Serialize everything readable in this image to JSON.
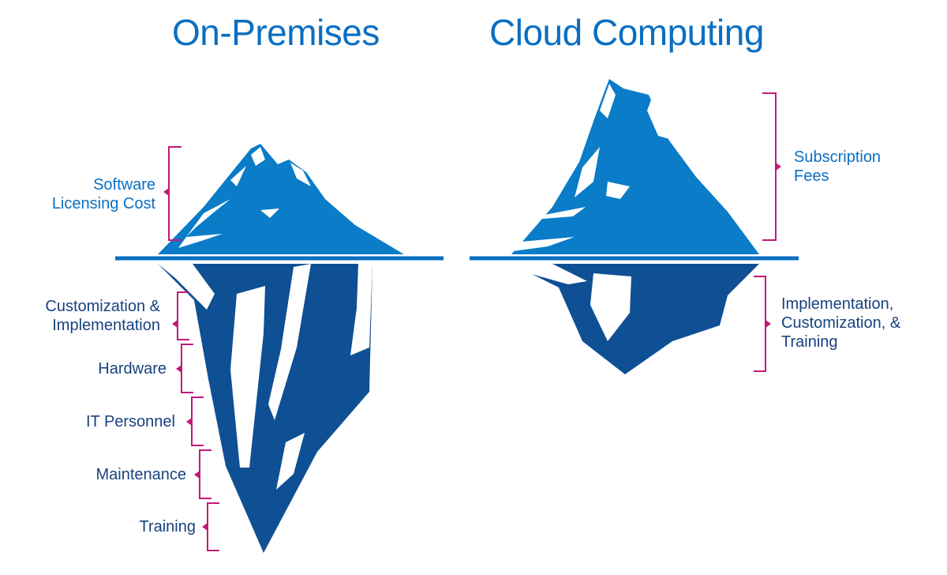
{
  "titles": {
    "on_premises": "On-Premises",
    "cloud_computing": "Cloud Computing"
  },
  "on_premises": {
    "above_water": {
      "lines": [
        "Software",
        "Licensing Cost"
      ]
    },
    "below_water": [
      {
        "lines": [
          "Customization &",
          "Implementation"
        ]
      },
      {
        "lines": [
          "Hardware"
        ]
      },
      {
        "lines": [
          "IT Personnel"
        ]
      },
      {
        "lines": [
          "Maintenance"
        ]
      },
      {
        "lines": [
          "Training"
        ]
      }
    ]
  },
  "cloud_computing": {
    "above_water": {
      "lines": [
        "Subscription",
        "Fees"
      ]
    },
    "below_water": [
      {
        "lines": [
          "Implementation,",
          "Customization, &",
          "Training"
        ]
      }
    ]
  },
  "colors": {
    "title": "#0a6fc2",
    "tip": "#0a7cc8",
    "body": "#0f4f94",
    "water": "#0a6fc2",
    "bracket": "#c2187a",
    "label_above": "#0a6fc2",
    "label_below": "#17427f"
  }
}
